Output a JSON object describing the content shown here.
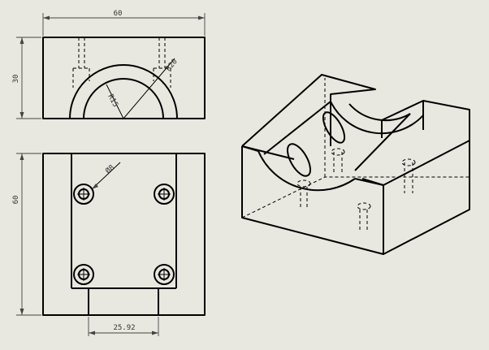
{
  "background_color": "#e8e8e0",
  "line_color": "#000000",
  "front_view": {
    "width_dim": "60",
    "height_dim": "30",
    "hole_radius_dim": "R15",
    "outer_radius_dim": "R20"
  },
  "top_view": {
    "height_dim": "60",
    "hole_diameter_dim": "Ø8",
    "slot_width_dim": "25.92"
  }
}
